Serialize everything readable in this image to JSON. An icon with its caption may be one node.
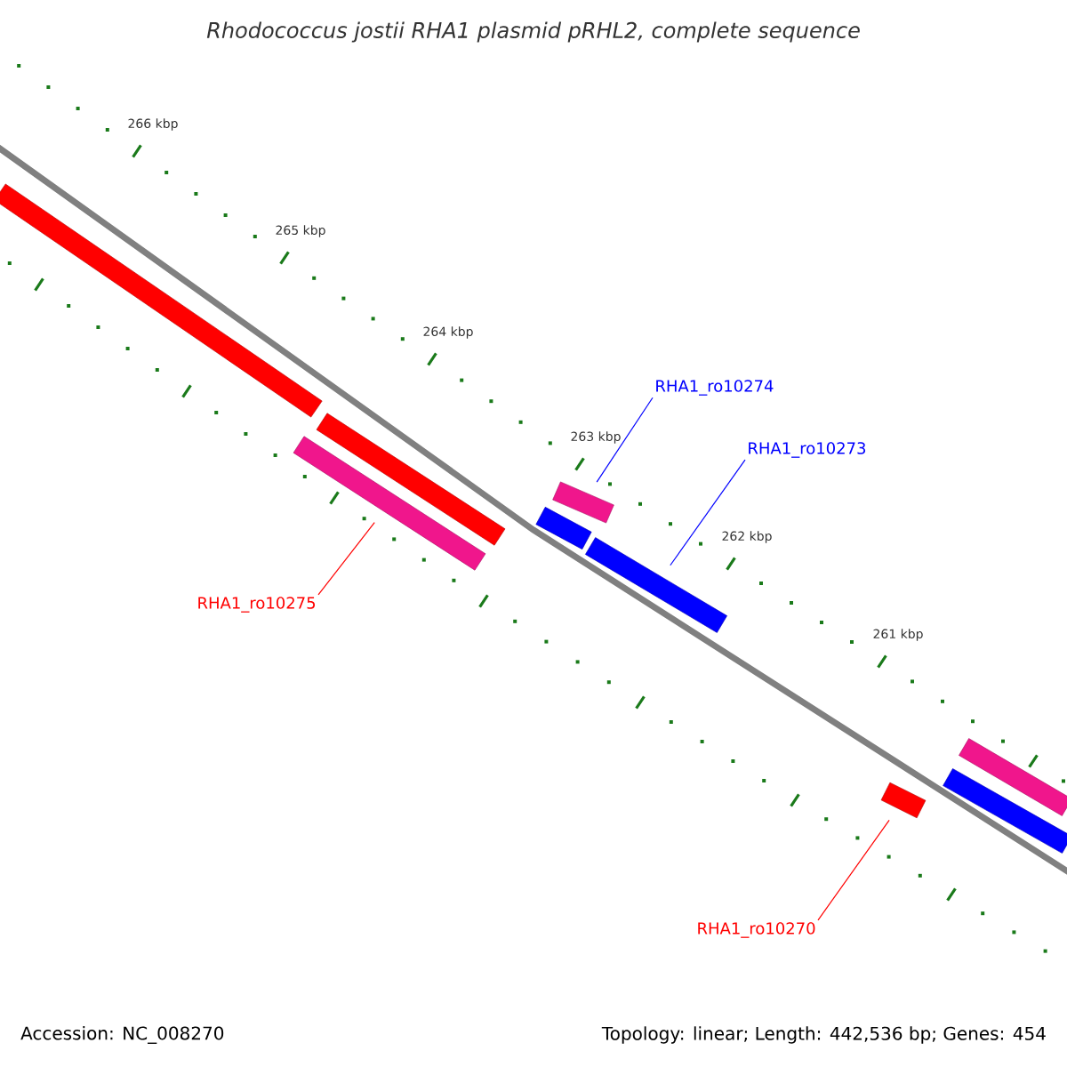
{
  "diagram": {
    "title": "Rhodococcus jostii RHA1 plasmid pRHL2, complete sequence",
    "nodes": [
      {
        "text": [],
        "shape": "bar"
      },
      {
        "text": [],
        "shape": "bar"
      },
      {
        "text": [],
        "shape": "bar"
      },
      {
        "text": [],
        "shape": "bar"
      },
      {
        "text": [],
        "shape": "bar"
      },
      {
        "text": [],
        "shape": "bar"
      },
      {
        "text": [],
        "shape": "bar"
      },
      {
        "text": [],
        "shape": "bar"
      },
      {
        "text": [],
        "shape": "bar"
      },
      {
        "text": [
          "RHA1_ro10274"
        ]
      },
      {
        "text": [
          "RHA1_ro10273"
        ]
      },
      {
        "text": [
          "RHA1_ro10275"
        ]
      },
      {
        "text": [
          "RHA1_ro10270"
        ]
      }
    ],
    "edges": [
      {
        "from": 9,
        "to": 3,
        "arrow": "none",
        "color": "#0000ff"
      },
      {
        "from": 10,
        "to": 5,
        "arrow": "none",
        "color": "#0000ff"
      },
      {
        "from": 11,
        "to": 2,
        "arrow": "none",
        "color": "#ff0000"
      },
      {
        "from": 12,
        "to": 6,
        "arrow": "none",
        "color": "#ff0000"
      }
    ],
    "labels": [
      "266 kbp",
      "265 kbp",
      "264 kbp",
      "263 kbp",
      "262 kbp",
      "261 kbp",
      "Accession: NC_008270",
      "Topology: linear; Length: 442,536 bp; Genes: 454"
    ]
  }
}
